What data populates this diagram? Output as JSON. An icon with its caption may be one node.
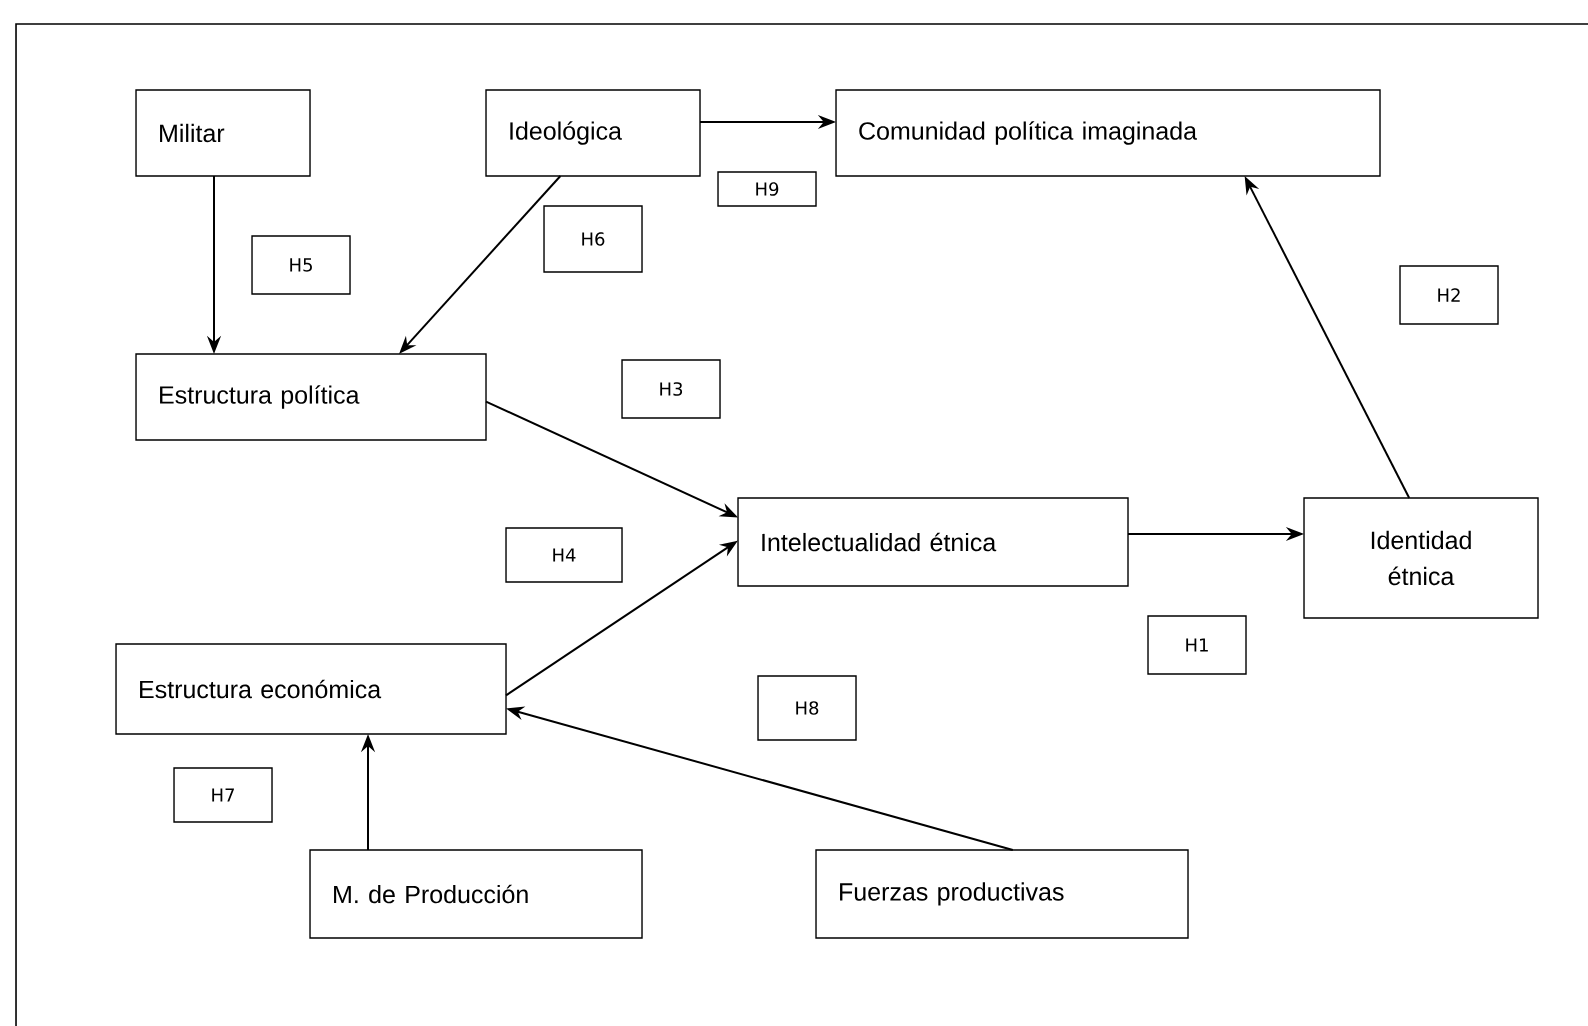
{
  "diagram": {
    "nodes": [
      {
        "text": [
          "Militar"
        ]
      },
      {
        "text": [
          "Ideológica"
        ]
      },
      {
        "text": [
          "Comunidad política imaginada"
        ]
      },
      {
        "text": [
          "H9"
        ]
      },
      {
        "text": [
          "H6"
        ]
      },
      {
        "text": [
          "H5"
        ]
      },
      {
        "text": [
          "H2"
        ]
      },
      {
        "text": [
          "Estructura política"
        ]
      },
      {
        "text": [
          "H3"
        ]
      },
      {
        "text": [
          "H4"
        ]
      },
      {
        "text": [
          "Intelectualidad étnica"
        ]
      },
      {
        "text": [
          "Identidad étnica"
        ]
      },
      {
        "text": [
          "H1"
        ]
      },
      {
        "text": [
          "Estructura económica"
        ]
      },
      {
        "text": [
          "H8"
        ]
      },
      {
        "text": [
          "H7"
        ]
      },
      {
        "text": [
          "M. de Producción"
        ]
      },
      {
        "text": [
          "Fuerzas productivas"
        ]
      }
    ],
    "edges": [
      {
        "from": 0,
        "to": 7,
        "arrow": "to"
      },
      {
        "from": 1,
        "to": 7,
        "arrow": "to"
      },
      {
        "from": 1,
        "to": 2,
        "arrow": "to"
      },
      {
        "from": 7,
        "to": 10,
        "arrow": "to"
      },
      {
        "from": 13,
        "to": 10,
        "arrow": "to"
      },
      {
        "from": 10,
        "to": 11,
        "arrow": "to"
      },
      {
        "from": 11,
        "to": 2,
        "arrow": "to"
      },
      {
        "from": 16,
        "to": 13,
        "arrow": "to"
      },
      {
        "from": 17,
        "to": 13,
        "arrow": "to"
      }
    ]
  }
}
